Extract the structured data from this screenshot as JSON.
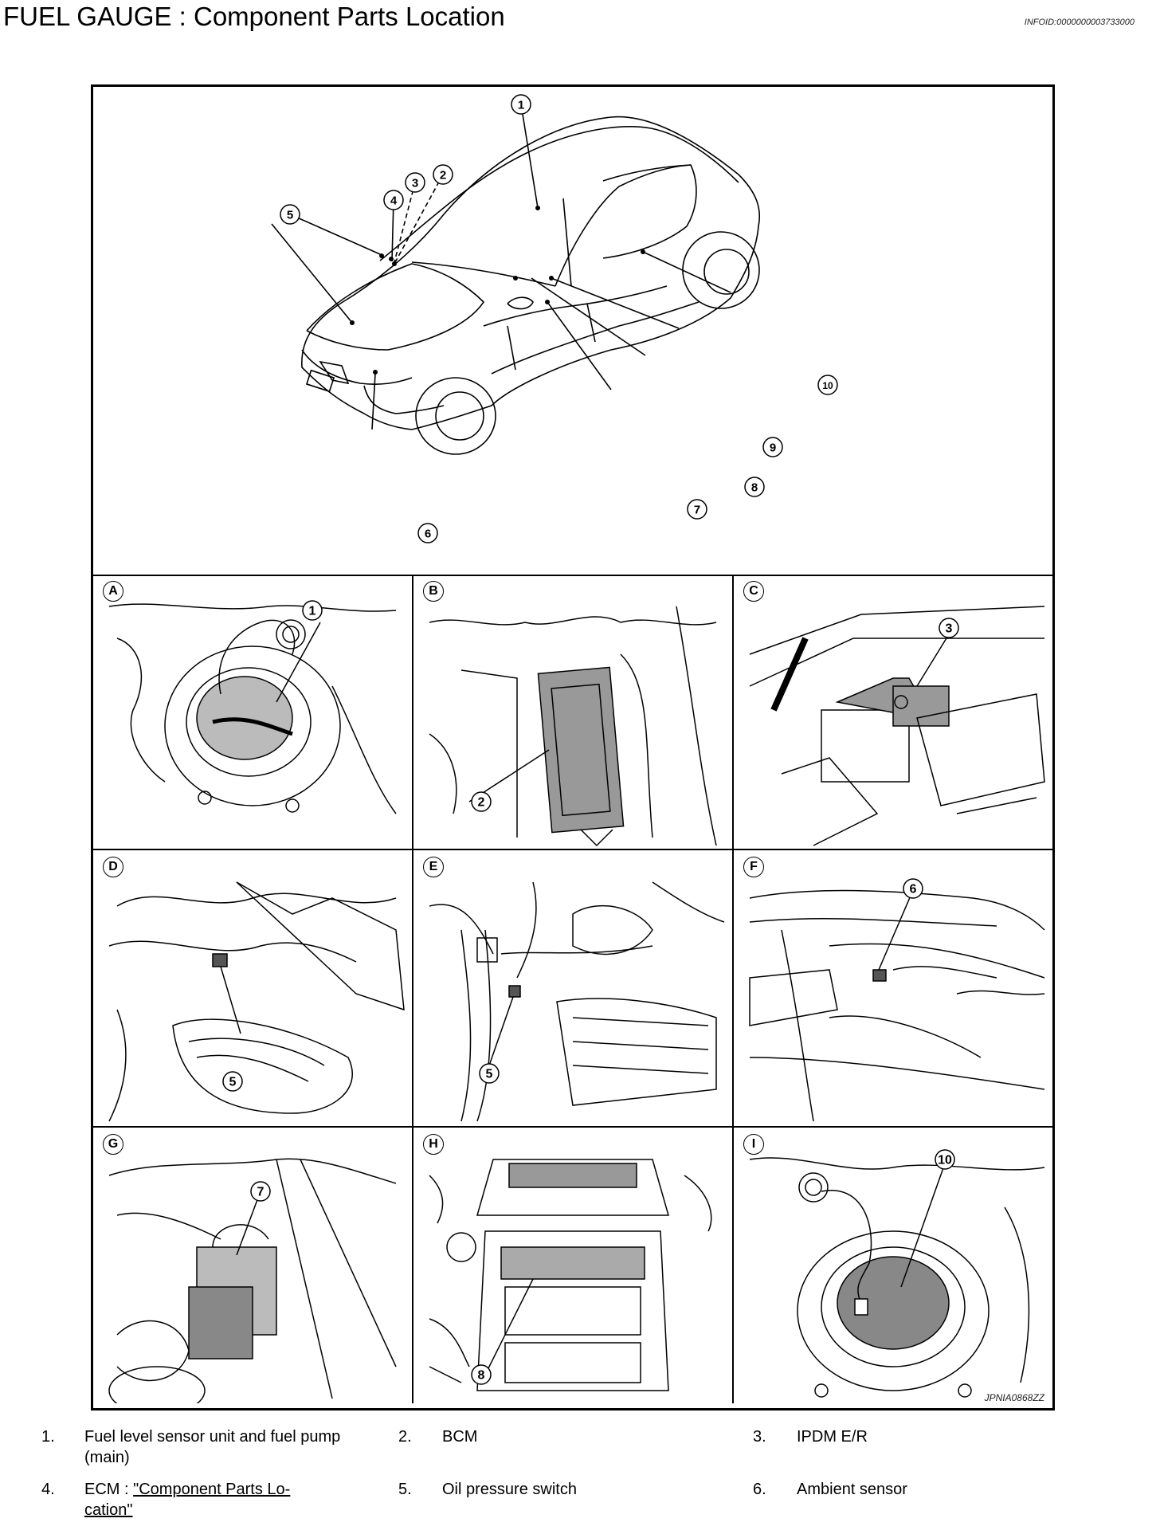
{
  "header": {
    "title": "FUEL GAUGE : Component Parts Location",
    "info_id": "INFOID:0000000003733000"
  },
  "figure": {
    "code": "JPNIA0868ZZ",
    "main_callouts": [
      "1",
      "2",
      "3",
      "4",
      "5",
      "6",
      "7",
      "8",
      "9",
      "10"
    ],
    "panels": [
      {
        "letter": "A",
        "callout": "1"
      },
      {
        "letter": "B",
        "callout": "2"
      },
      {
        "letter": "C",
        "callout": "3"
      },
      {
        "letter": "D",
        "callout": "5"
      },
      {
        "letter": "E",
        "callout": "5"
      },
      {
        "letter": "F",
        "callout": "6"
      },
      {
        "letter": "G",
        "callout": "7"
      },
      {
        "letter": "H",
        "callout": "8"
      },
      {
        "letter": "I",
        "callout": "10"
      }
    ]
  },
  "legend": [
    {
      "num": "1.",
      "text": "Fuel level sensor unit and fuel pump (main)",
      "line1": "Fuel level sensor unit and fuel pump",
      "line2": "(main)"
    },
    {
      "num": "2.",
      "text": "BCM"
    },
    {
      "num": "3.",
      "text": "IPDM E/R"
    },
    {
      "num": "4.",
      "prefix": "ECM : ",
      "link_line1": "\"Component Parts Lo-",
      "link_line2": "cation\""
    },
    {
      "num": "5.",
      "text": "Oil pressure switch"
    },
    {
      "num": "6.",
      "text": "Ambient sensor"
    }
  ]
}
